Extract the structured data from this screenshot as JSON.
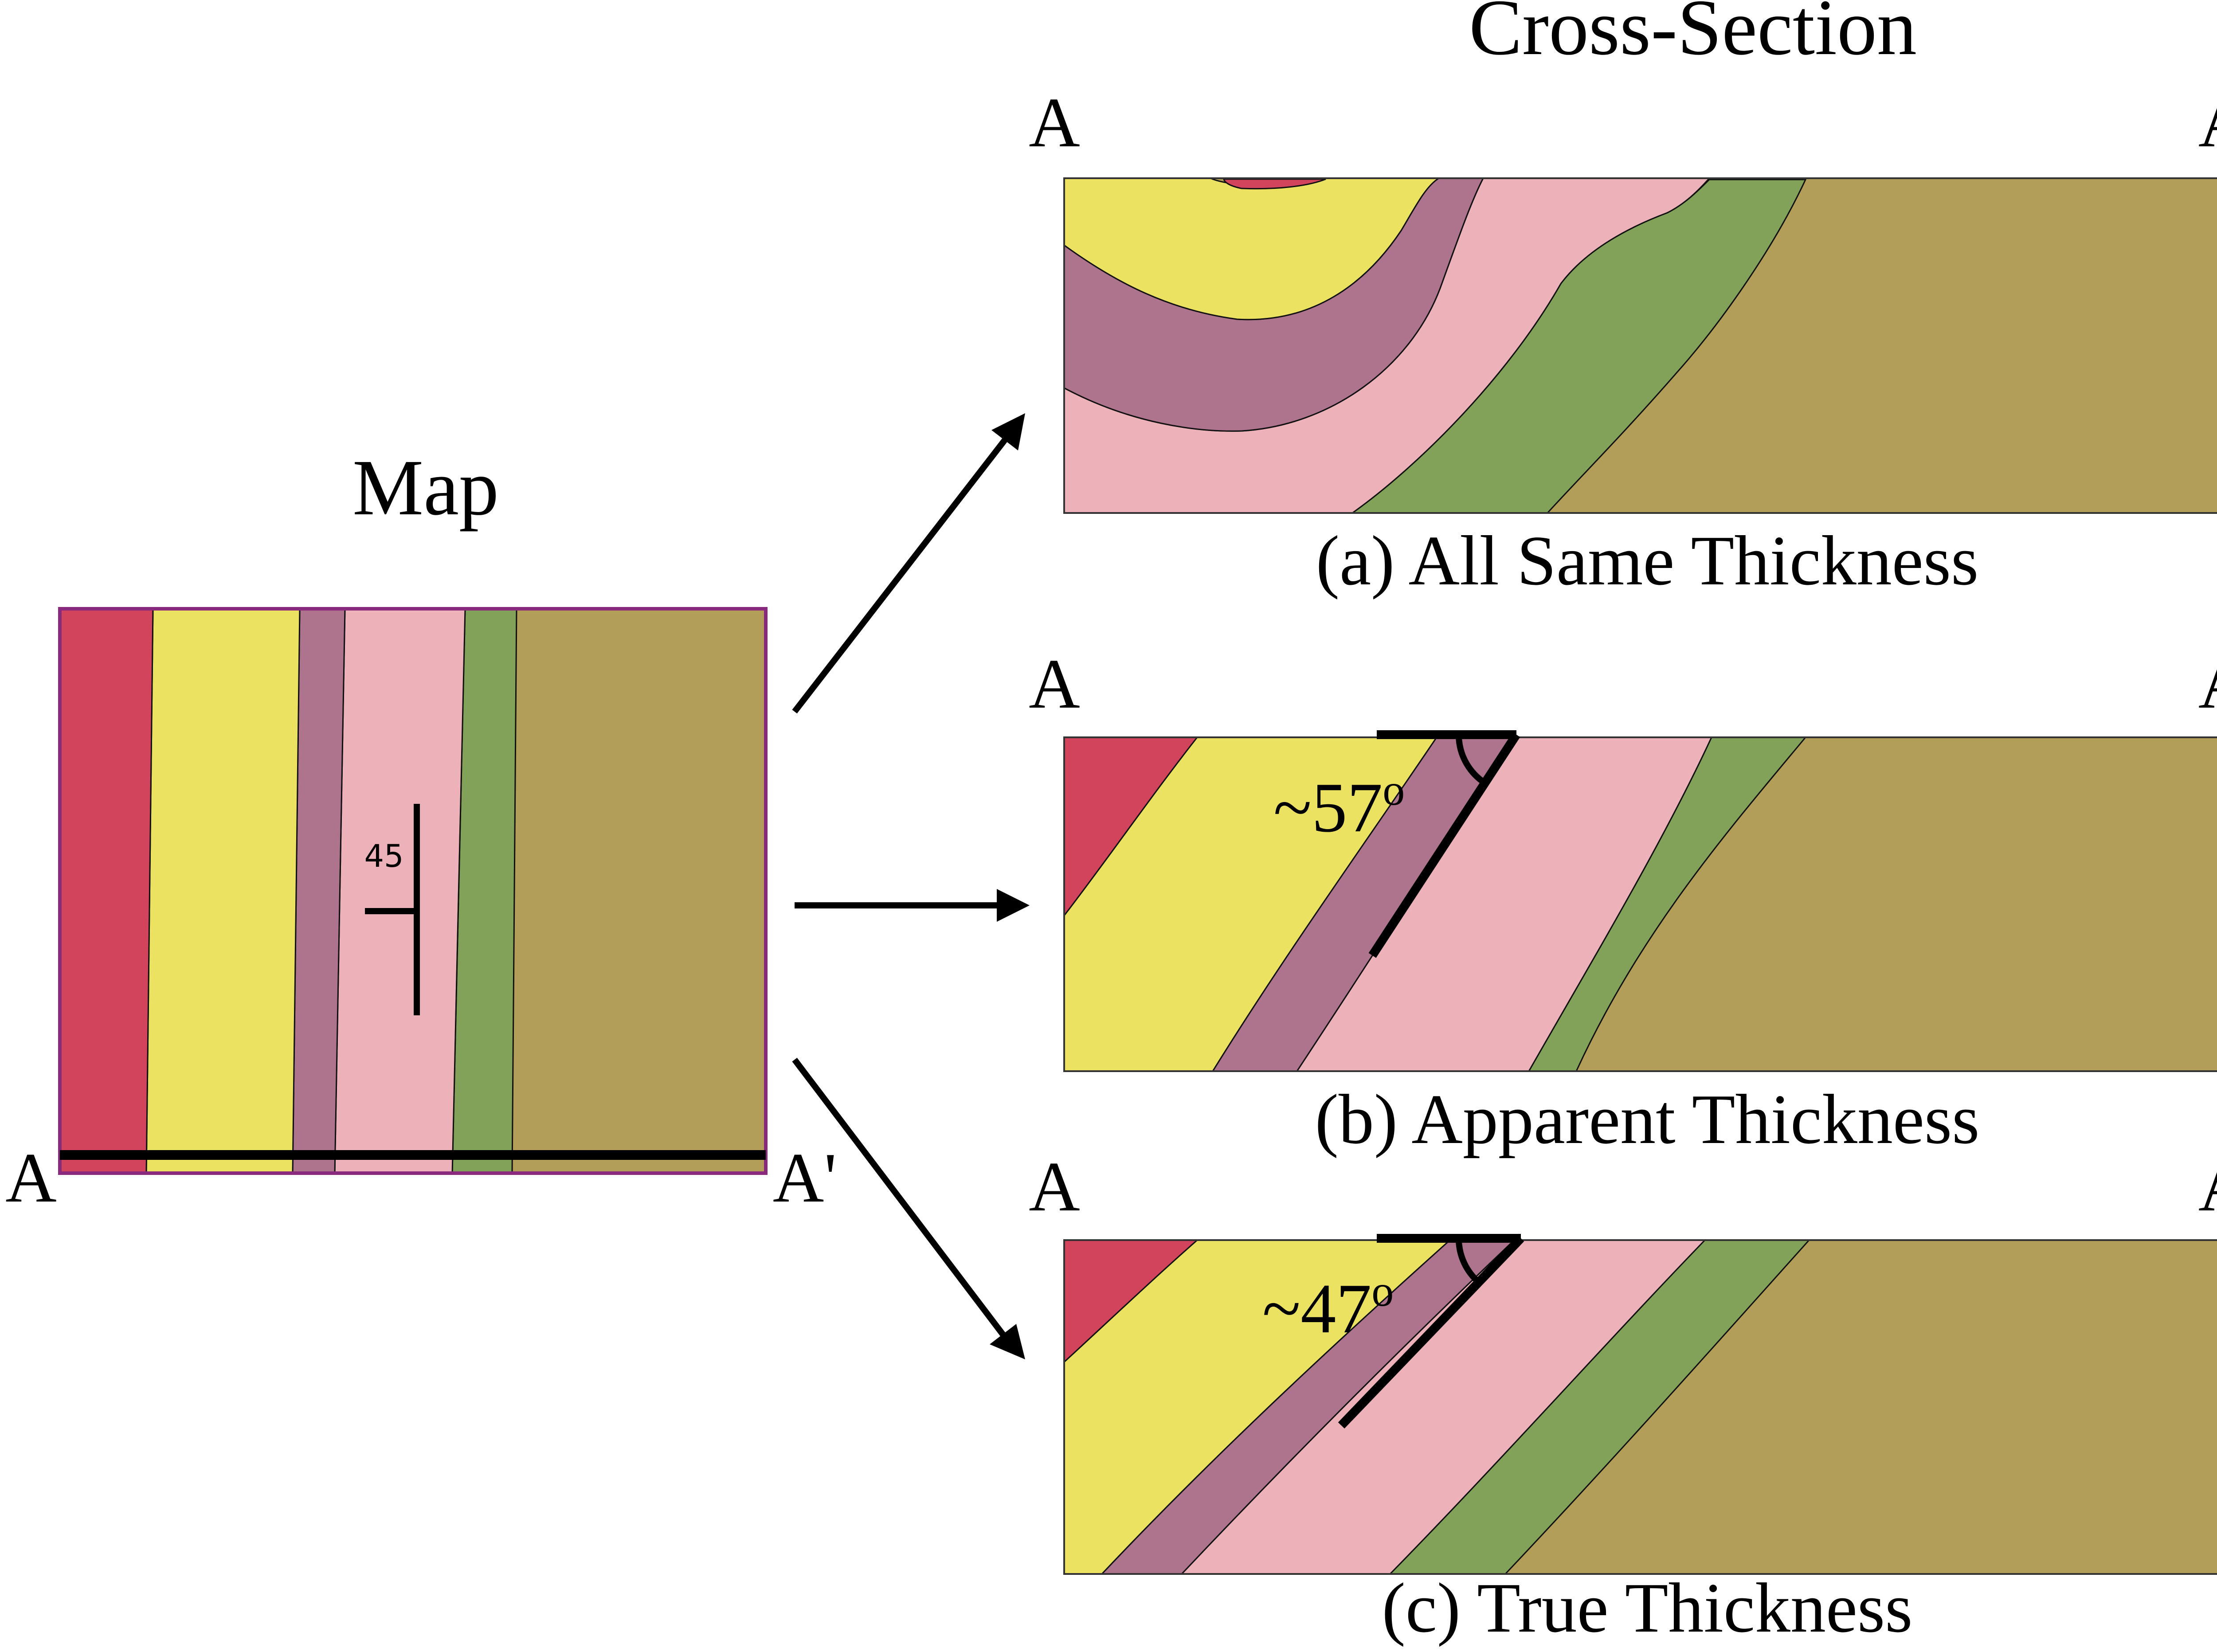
{
  "header": {
    "cross_section_title": "Cross-Section"
  },
  "map": {
    "title": "Map",
    "strike_dip_value": "45",
    "line_start_label": "A",
    "line_end_label": "A'"
  },
  "sections": [
    {
      "caption": "(a) All Same Thickness",
      "left_label": "A",
      "right_label": "A'"
    },
    {
      "caption": "(b) Apparent Thickness",
      "left_label": "A",
      "right_label": "A'",
      "angle_label": "~57",
      "angle_unit": "o"
    },
    {
      "caption": "(c) True Thickness",
      "left_label": "A",
      "right_label": "A'",
      "angle_label": "~47",
      "angle_unit": "o"
    }
  ],
  "colors": {
    "red": "#d2445c",
    "yellow": "#ebe262",
    "mauve": "#ae748e",
    "pink": "#edb2b9",
    "green": "#82a25a",
    "olive": "#b39e59",
    "map_border": "#8a2a7e",
    "ink": "#000000"
  }
}
